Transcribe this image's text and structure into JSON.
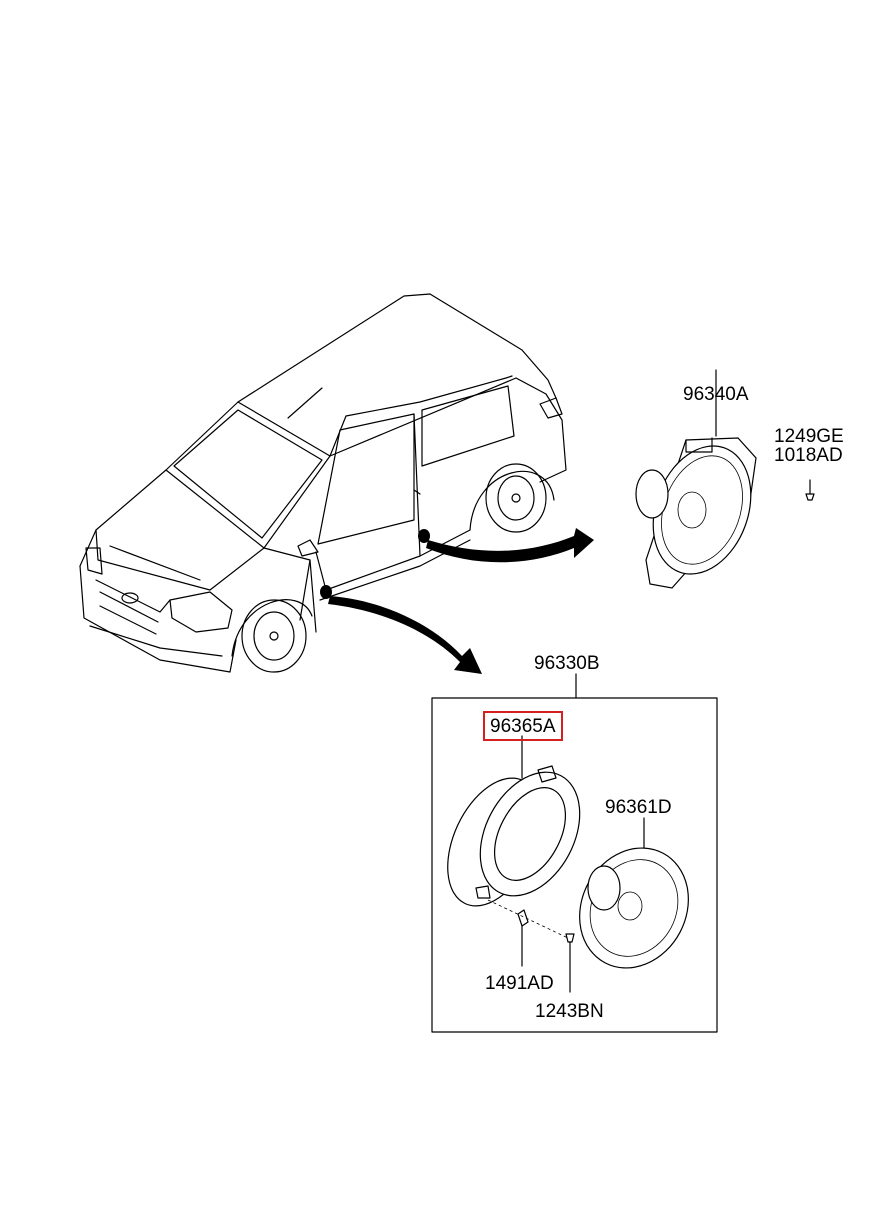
{
  "colors": {
    "highlight": "#d62020",
    "line": "#000000",
    "background": "#ffffff"
  },
  "parts": {
    "front_speaker_assembly": "96340A",
    "screw_a": "1249GE",
    "screw_b": "1018AD",
    "rear_speaker_kit": "96330B",
    "bracket": "96365A",
    "rear_speaker": "96361D",
    "nut": "1491AD",
    "bolt": "1243BN"
  },
  "highlighted_part": "96365A"
}
